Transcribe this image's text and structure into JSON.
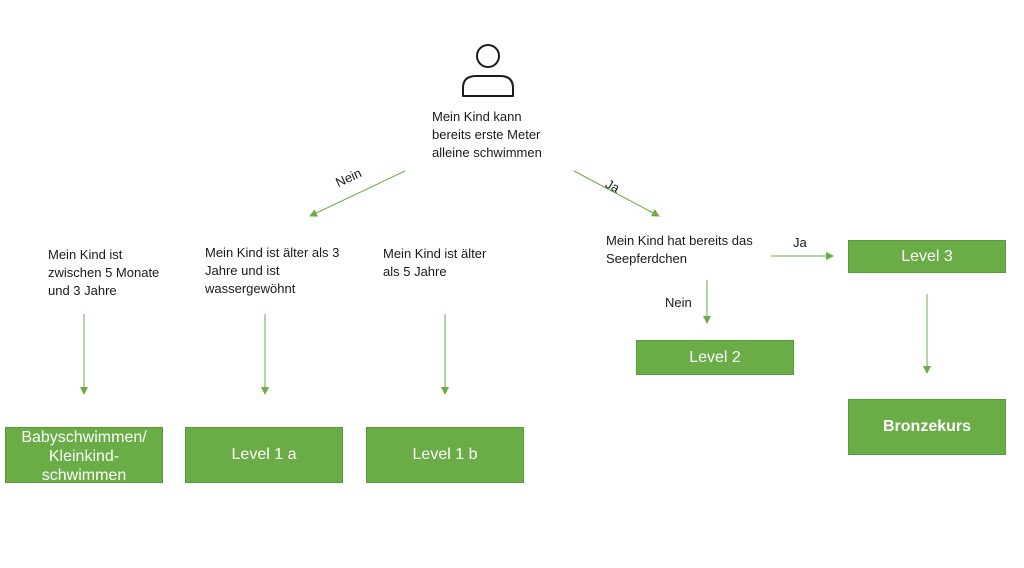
{
  "diagram": {
    "start_question": "Mein Kind kann\nbereits erste Meter\nalleine schwimmen",
    "edge_labels": {
      "nein_main": "Nein",
      "ja_main": "Ja",
      "ja_seepferdchen": "Ja",
      "nein_seepferdchen": "Nein"
    },
    "questions": {
      "age_5m_3y": "Mein Kind ist\nzwischen 5 Monate\nund 3 Jahre",
      "older_3_water": "Mein Kind ist älter als 3\nJahre und ist\nwassergewöhnt",
      "older_5": "Mein Kind ist älter\nals 5 Jahre",
      "seepferdchen": "Mein Kind hat bereits das\nSeepferdchen"
    },
    "results": {
      "baby": "Babyschwimmen/\nKleinkind-\nschwimmen",
      "level_1a": "Level 1 a",
      "level_1b": "Level 1 b",
      "level_2": "Level 2",
      "level_3": "Level 3",
      "bronze": "Bronzekurs"
    },
    "colors": {
      "box_fill": "#6aac46",
      "arrow": "#6aac46",
      "box_text": "#ffffff"
    },
    "icons": {
      "start": "person-icon"
    }
  }
}
